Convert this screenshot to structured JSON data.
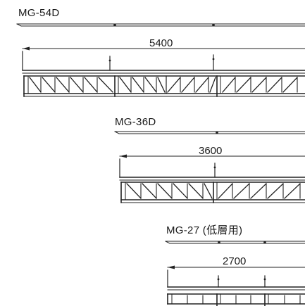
{
  "diagram": {
    "trusses": [
      {
        "model": "MG-54D",
        "length": "5400",
        "pattern": [
          "L",
          "L",
          "L",
          "L",
          "L",
          "L",
          "L",
          "L",
          "R",
          "R",
          "R",
          "R",
          "R",
          "R"
        ]
      },
      {
        "model": "MG-36D",
        "length": "3600",
        "pattern": [
          "L",
          "L",
          "L",
          "L",
          "L",
          "R",
          "R",
          "R",
          "R"
        ]
      },
      {
        "model": "MG-27 (低層用)",
        "length": "2700",
        "pattern": [
          "V",
          "V",
          "V",
          "V",
          "V",
          "V"
        ]
      }
    ],
    "colors": {
      "line": "#222222",
      "background": "#ffffff"
    }
  }
}
